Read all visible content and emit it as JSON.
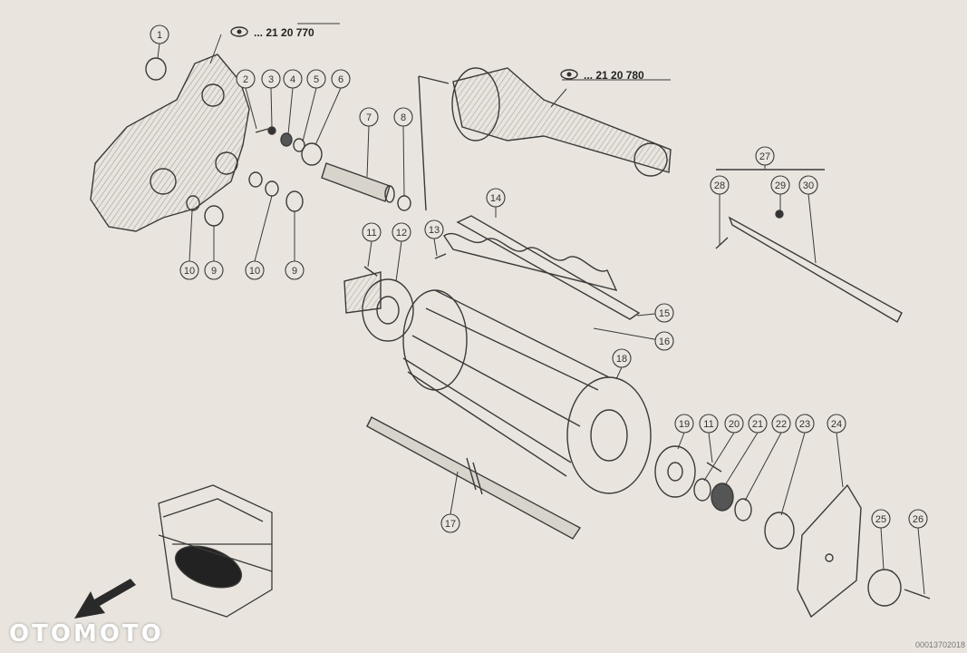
{
  "references": {
    "upper": "... 21 20 770",
    "lower": "... 21 20 780"
  },
  "callouts": [
    "1",
    "2",
    "3",
    "4",
    "5",
    "6",
    "7",
    "8",
    "10",
    "9",
    "10",
    "9",
    "11",
    "12",
    "13",
    "14",
    "15",
    "16",
    "18",
    "17",
    "19",
    "11",
    "20",
    "21",
    "22",
    "23",
    "24",
    "25",
    "26",
    "27",
    "28",
    "29",
    "30"
  ],
  "watermark": "OTOMOTO",
  "corner_code": "00013702018",
  "colors": {
    "line": "#3a3a3a",
    "paper": "#e9e5de",
    "watermark": "#ffffff"
  },
  "icons": {
    "reference": "eye-icon",
    "direction": "arrow-down-left-icon"
  }
}
